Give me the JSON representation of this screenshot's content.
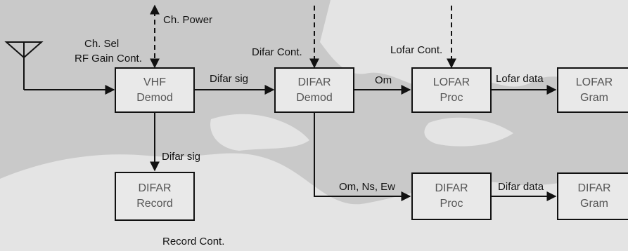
{
  "blocks": {
    "vhf_demod": {
      "line1": "VHF",
      "line2": "Demod"
    },
    "difar_demod": {
      "line1": "DIFAR",
      "line2": "Demod"
    },
    "lofar_proc": {
      "line1": "LOFAR",
      "line2": "Proc"
    },
    "lofar_gram": {
      "line1": "LOFAR",
      "line2": "Gram"
    },
    "difar_record": {
      "line1": "DIFAR",
      "line2": "Record"
    },
    "difar_proc": {
      "line1": "DIFAR",
      "line2": "Proc"
    },
    "difar_gram": {
      "line1": "DIFAR",
      "line2": "Gram"
    }
  },
  "labels": {
    "ch_power": "Ch. Power",
    "ch_sel": "Ch. Sel",
    "rf_gain": "RF Gain Cont.",
    "difar_cont": "Difar Cont.",
    "lofar_cont": "Lofar Cont.",
    "difar_sig_1": "Difar sig",
    "om": "Om",
    "lofar_data": "Lofar data",
    "difar_sig_2": "Difar sig",
    "om_ns_ew": "Om, Ns, Ew",
    "difar_data": "Difar data",
    "record_cont": "Record Cont."
  },
  "colors": {
    "background": "#c9c9c9",
    "landmass": "#e4e4e4",
    "box_fill": "#e9e9e9",
    "line": "#111111",
    "block_text": "#555555"
  }
}
